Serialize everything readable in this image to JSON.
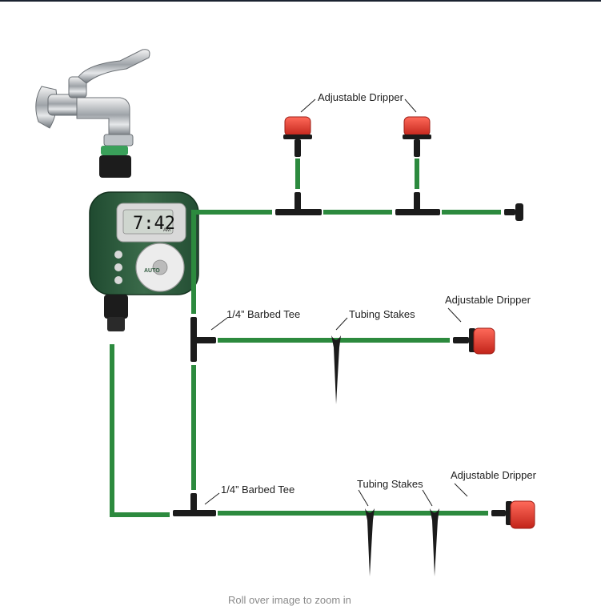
{
  "labels": {
    "adjustable_dripper": "Adjustable Dripper",
    "barbed_tee": "1/4” Barbed Tee",
    "tubing_stakes": "Tubing Stakes"
  },
  "timer": {
    "display_time": "7:42",
    "display_suffix": "AM",
    "dial_text": "AUTO"
  },
  "caption": "Roll over image to zoom in",
  "colors": {
    "tube": "#2c8a3e",
    "dripper": "#e23b2e",
    "timer_body": "#2f5a3e",
    "fitting": "#1b1b1b"
  }
}
